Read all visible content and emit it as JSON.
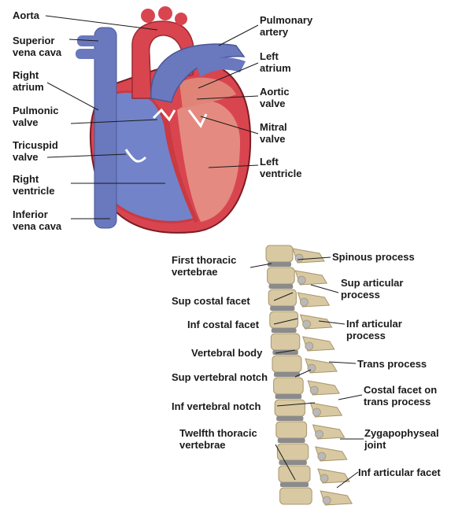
{
  "heart": {
    "colors": {
      "oxygenated": "#d9454f",
      "deoxygenated": "#7383c9",
      "septum": "#c93a42",
      "outline": "#7a1d24"
    },
    "labels": {
      "aorta": "Aorta",
      "superior_vena_cava": "Superior\nvena cava",
      "right_atrium": "Right\natrium",
      "pulmonic_valve": "Pulmonic\nvalve",
      "tricuspid_valve": "Tricuspid\nvalve",
      "right_ventricle": "Right\nventricle",
      "inferior_vena_cava": "Inferior\nvena cava",
      "pulmonary_artery": "Pulmonary\nartery",
      "left_atrium": "Left\natrium",
      "aortic_valve": "Aortic\nvalve",
      "mitral_valve": "Mitral\nvalve",
      "left_ventricle": "Left\nventricle"
    }
  },
  "spine": {
    "colors": {
      "bone": "#d8c9a3",
      "bone_dark": "#a8966c",
      "disc": "#8b8b8b"
    },
    "labels": {
      "first_thoracic": "First thoracic\nvertebrae",
      "sup_costal_facet": "Sup costal facet",
      "inf_costal_facet": "Inf costal facet",
      "vertebral_body": "Vertebral body",
      "sup_vertebral_notch": "Sup vertebral notch",
      "inf_vertebral_notch": "Inf vertebral notch",
      "twelfth_thoracic": "Twelfth thoracic\nvertebrae",
      "spinous_process": "Spinous process",
      "sup_articular_process": "Sup articular\nprocess",
      "inf_articular_process": "Inf articular\nprocess",
      "trans_process": "Trans process",
      "costal_facet_trans": "Costal facet on\ntrans process",
      "zygapophyseal_joint": "Zygapophyseal\njoint",
      "inf_articular_facet": "Inf articular facet"
    }
  }
}
